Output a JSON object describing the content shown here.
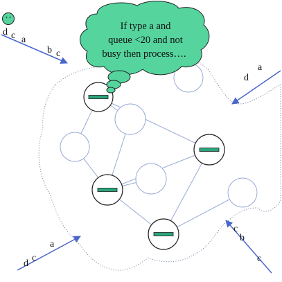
{
  "colors": {
    "cloud_bubble": "#55d49e",
    "node_bar": "#2aa67a",
    "links": "#98a9d6",
    "arrows": "#4a66cc",
    "outline": "#7f8ea8"
  },
  "thought_bubble": {
    "lines": [
      "If type a and",
      "queue <20 and not",
      "busy then process…."
    ]
  },
  "agent_icon": "smiley-icon",
  "streams": [
    {
      "id": "top-left",
      "labels": [
        "d",
        "c",
        "a",
        "b",
        "c"
      ]
    },
    {
      "id": "right",
      "labels": [
        "d",
        "a"
      ]
    },
    {
      "id": "bottom-left",
      "labels": [
        "d",
        "c",
        "a"
      ]
    },
    {
      "id": "bottom-right",
      "labels": [
        "c",
        "b",
        "c"
      ]
    }
  ],
  "nodes": [
    {
      "id": "n1",
      "busy": true
    },
    {
      "id": "n2",
      "busy": false
    },
    {
      "id": "n3",
      "busy": false
    },
    {
      "id": "n4",
      "busy": true
    },
    {
      "id": "n5",
      "busy": false
    },
    {
      "id": "n6",
      "busy": false
    },
    {
      "id": "n7",
      "busy": true
    },
    {
      "id": "n8",
      "busy": false
    },
    {
      "id": "n9",
      "busy": true
    },
    {
      "id": "n10",
      "busy": false
    }
  ]
}
